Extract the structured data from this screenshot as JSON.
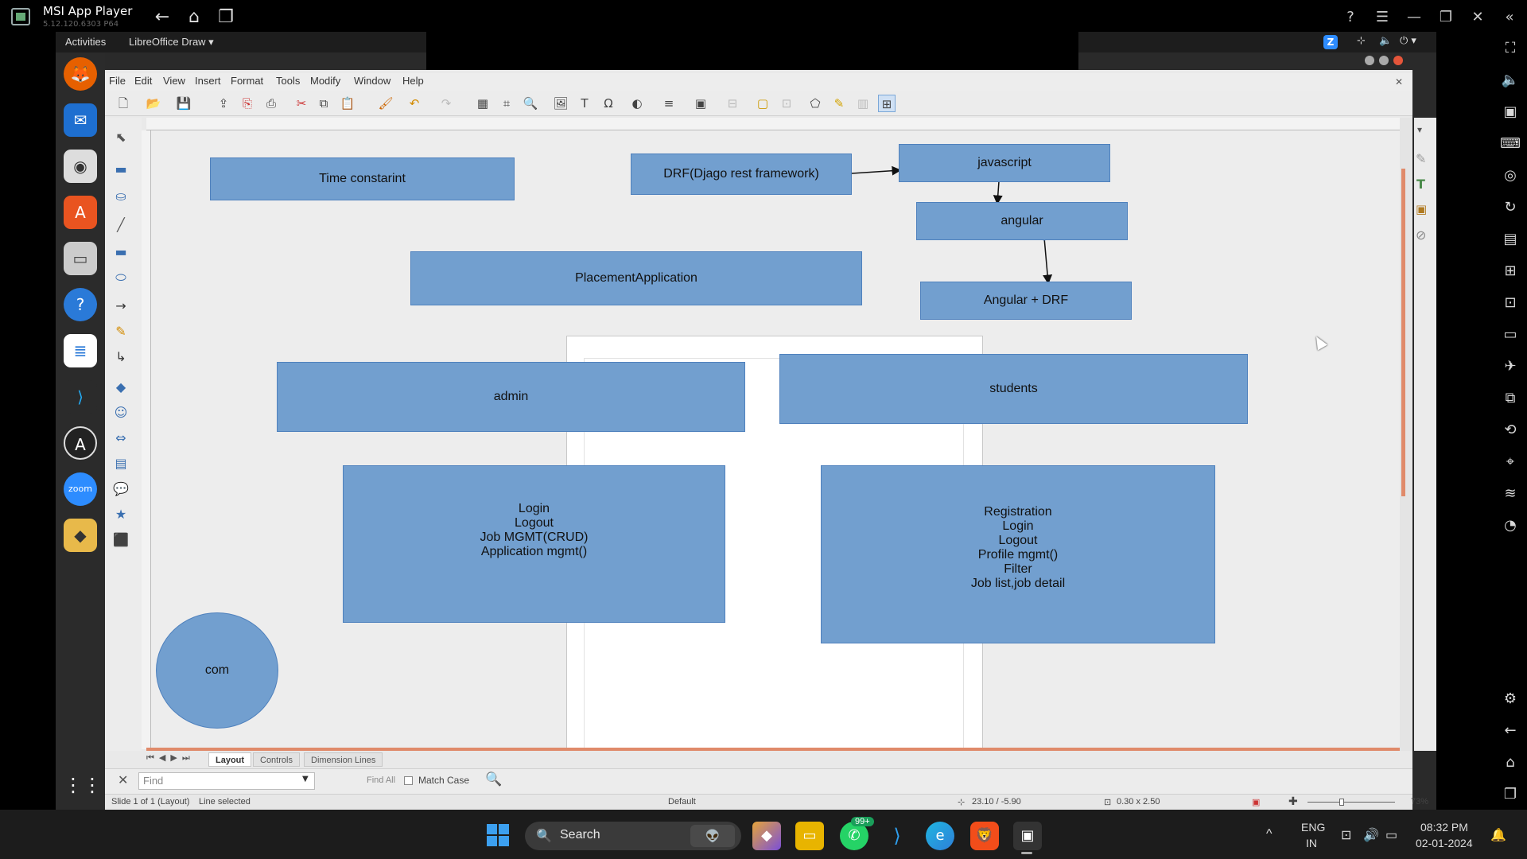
{
  "player": {
    "title": "MSI App Player",
    "version": "5.12.120.6303  P64"
  },
  "gnome": {
    "activities": "Activities",
    "app_name": "LibreOffice Draw ▾"
  },
  "menu": [
    "File",
    "Edit",
    "View",
    "Insert",
    "Format",
    "Tools",
    "Modify",
    "Window",
    "Help"
  ],
  "shapes": {
    "time_constraint": "Time constarint",
    "drf": "DRF(Djago rest framework)",
    "javascript": "javascript",
    "angular": "angular",
    "placement_app": "PlacementApplication",
    "angular_drf": "Angular + DRF",
    "admin": "admin",
    "students": "students",
    "admin_features": "Login\nLogout\nJob MGMT(CRUD)\nApplication mgmt()",
    "student_features": "Registration\nLogin\nLogout\nProfile mgmt()\nFilter\nJob list,job detail",
    "com": "com"
  },
  "tabs": [
    "Layout",
    "Controls",
    "Dimension Lines"
  ],
  "find": {
    "placeholder": "Find",
    "find_all": "Find All",
    "match_case": "Match Case"
  },
  "status": {
    "slide": "Slide 1 of 1 (Layout)",
    "selection": "Line selected",
    "layer": "Default",
    "position": "23.10 / -5.90",
    "size": "0.30 x 2.50",
    "zoom": "73%"
  },
  "taskbar": {
    "search_label": "Search",
    "badge": "99+",
    "lang_top": "ENG",
    "lang_bottom": "IN",
    "time": "08:32 PM",
    "date": "02-01-2024"
  },
  "colors": {
    "shape_fill": "#729fcf",
    "shape_border": "#4f81bd",
    "accent_orange": "#e08a6a"
  }
}
